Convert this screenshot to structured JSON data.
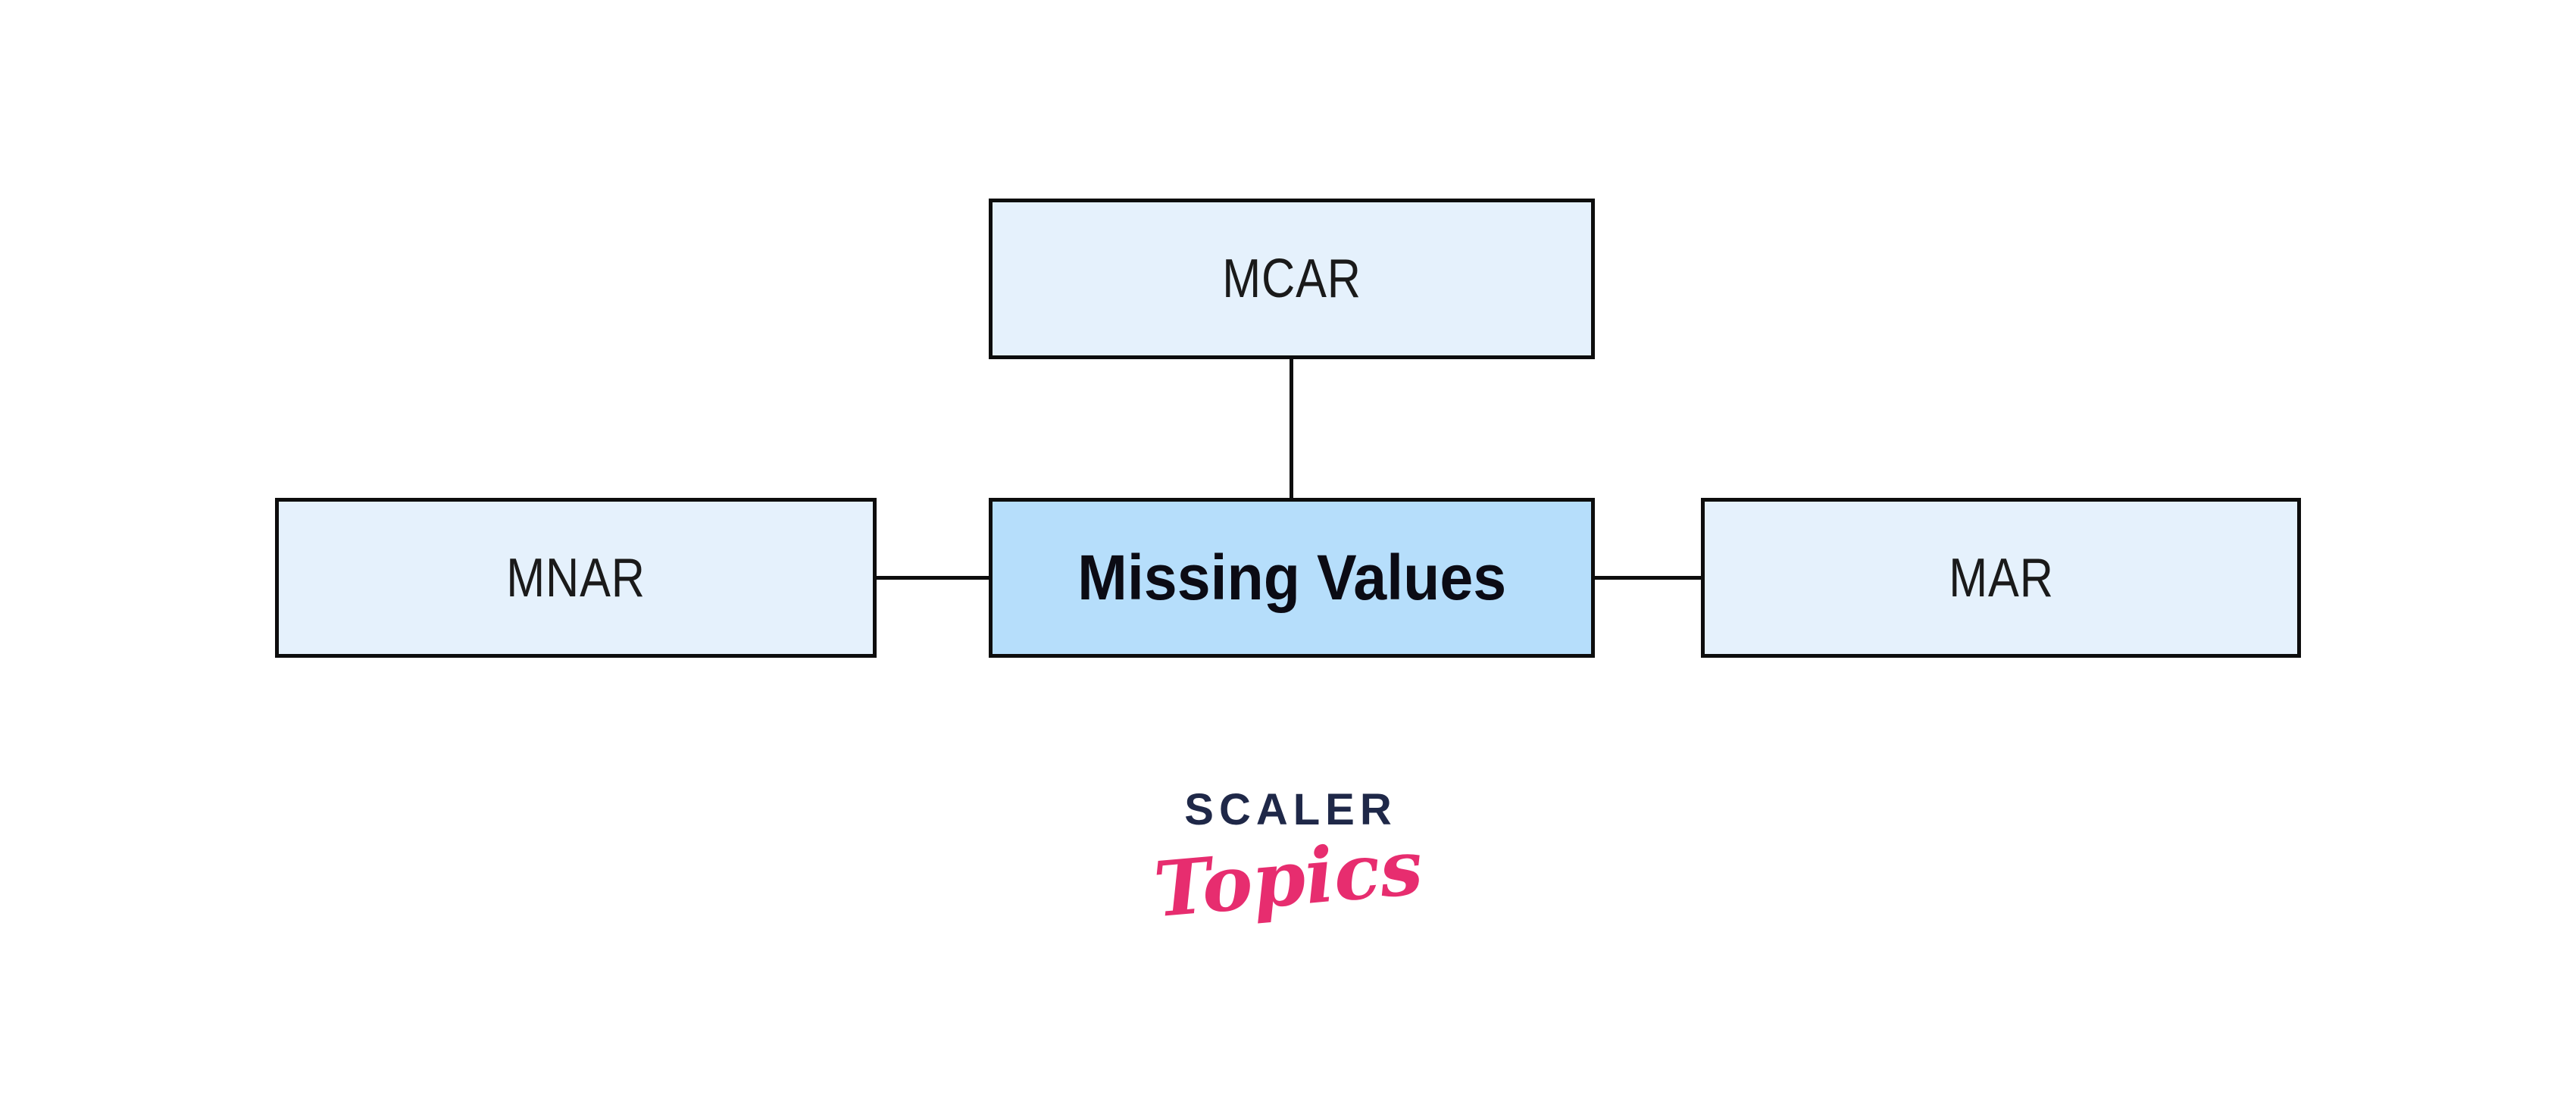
{
  "diagram": {
    "type": "hierarchy",
    "center_node": {
      "id": "missing-values",
      "label": "Missing Values",
      "fill": "#B6DEFB"
    },
    "nodes": [
      {
        "id": "mcar",
        "label": "MCAR",
        "position": "top",
        "fill": "#E5F1FC"
      },
      {
        "id": "mnar",
        "label": "MNAR",
        "position": "left",
        "fill": "#E5F1FC"
      },
      {
        "id": "mar",
        "label": "MAR",
        "position": "right",
        "fill": "#E5F1FC"
      }
    ],
    "connectors": [
      {
        "from": "mcar",
        "to": "missing-values",
        "orientation": "vertical"
      },
      {
        "from": "mnar",
        "to": "missing-values",
        "orientation": "horizontal"
      },
      {
        "from": "missing-values",
        "to": "mar",
        "orientation": "horizontal"
      }
    ],
    "stroke_color": "#0D0D0D",
    "text_color": "#1A1A1A"
  },
  "logo": {
    "brand": "SCALER",
    "sub_brand": "Topics",
    "brand_color": "#1F2848",
    "sub_brand_color": "#E72D6F"
  }
}
